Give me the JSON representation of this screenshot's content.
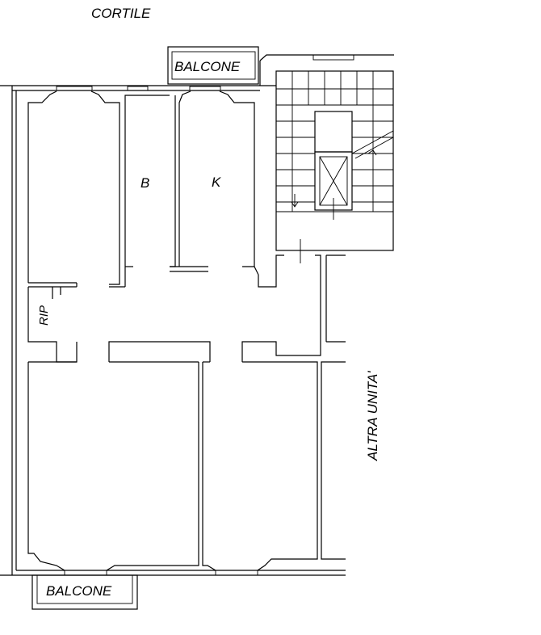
{
  "labels": {
    "courtyard": "CORTILE",
    "balcony_top": "BALCONE",
    "balcony_bottom": "BALCONE",
    "bathroom": "B",
    "kitchen": "K",
    "storage": "RIP",
    "other_unit": "ALTRA UNITA'"
  },
  "colors": {
    "lines": "#000000",
    "background": "#ffffff"
  }
}
